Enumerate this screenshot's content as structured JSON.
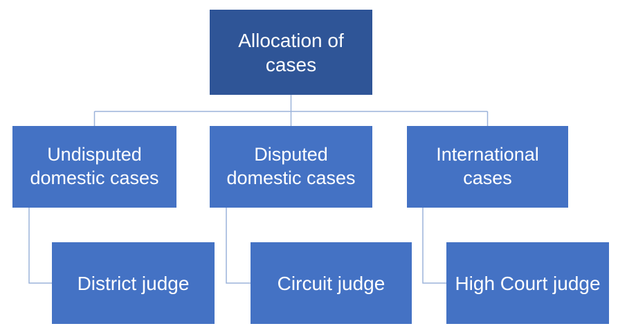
{
  "diagram": {
    "root": {
      "label": "Allocation of cases"
    },
    "branches": [
      {
        "label": "Undisputed domestic cases",
        "child": {
          "label": "District judge"
        }
      },
      {
        "label": "Disputed domestic cases",
        "child": {
          "label": "Circuit judge"
        }
      },
      {
        "label": "International cases",
        "child": {
          "label": "High Court judge"
        }
      }
    ]
  },
  "colors": {
    "root_fill": "#2F5597",
    "branch_fill": "#4472C4",
    "leaf_fill": "#4472C4",
    "connector": "#9CB3DA",
    "text": "#FFFFFF"
  }
}
